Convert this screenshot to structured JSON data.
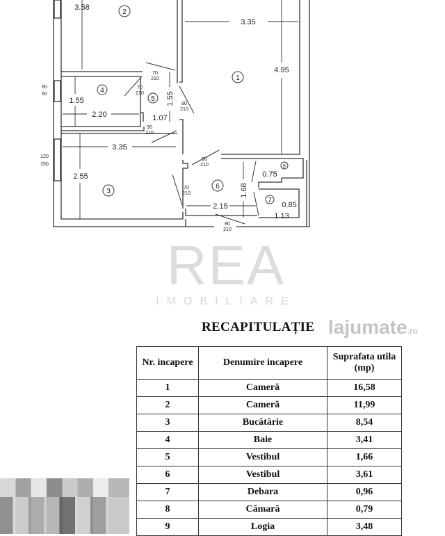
{
  "plan": {
    "rooms": [
      "1",
      "2",
      "3",
      "4",
      "5",
      "6",
      "7",
      "8"
    ],
    "dimensions": {
      "r2_width": "3.58",
      "r1_width": "3.35",
      "r1_height": "4.95",
      "r4_height": "1.55",
      "r4_width": "2.20",
      "r5_height": "1.55",
      "r5_width": "1.07",
      "r3_width": "3.35",
      "r3_height": "2.55",
      "r6_height": "1.68",
      "r6_width": "2.15",
      "r8_height": "0.75",
      "r7_height": "0.85",
      "r7_width": "1.13"
    },
    "doors": {
      "d1": [
        "70",
        "210"
      ],
      "d2": [
        "70",
        "210"
      ],
      "d3": [
        "90",
        "210"
      ],
      "d4": [
        "90",
        "210"
      ],
      "d5": [
        "90",
        "210"
      ],
      "d6": [
        "70",
        "210"
      ],
      "d7": [
        "90",
        "210"
      ]
    },
    "windows": {
      "w1": [
        "60",
        "60"
      ],
      "w2": [
        "120",
        "150"
      ]
    }
  },
  "watermark": {
    "brand": "REA",
    "sub": "IMOBILIARE"
  },
  "summary_title": "RECAPITULAȚIE",
  "table": {
    "headers": [
      "Nr. incapere",
      "Denumire incapere",
      "Suprafata utila (mp)"
    ],
    "rows": [
      [
        "1",
        "Cameră",
        "16,58"
      ],
      [
        "2",
        "Cameră",
        "11,99"
      ],
      [
        "3",
        "Bucătărie",
        "8,54"
      ],
      [
        "4",
        "Baie",
        "3,41"
      ],
      [
        "5",
        "Vestibul",
        "1,66"
      ],
      [
        "6",
        "Vestibul",
        "3,61"
      ],
      [
        "7",
        "Debara",
        "0,96"
      ],
      [
        "8",
        "Cămară",
        "0,79"
      ],
      [
        "9",
        "Logia",
        "3,48"
      ]
    ]
  },
  "site_watermark": {
    "name": "lajumate",
    "tld": ".ro"
  }
}
